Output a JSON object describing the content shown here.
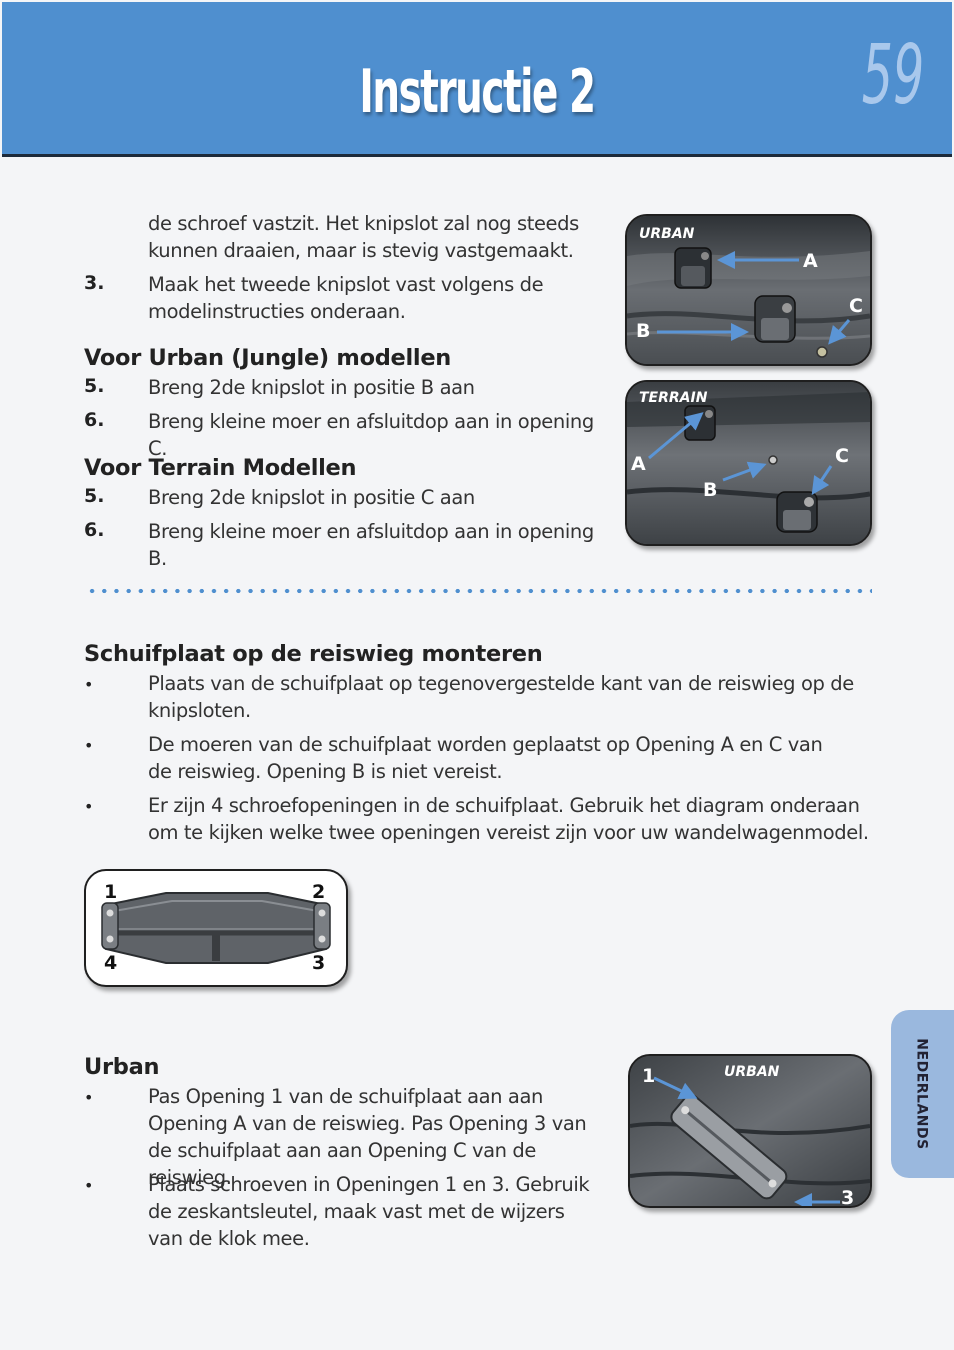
{
  "header": {
    "title": "Instructie 2",
    "page_number": "59"
  },
  "intro": {
    "continuation": "de schroef vastzit. Het knipslot zal nog steeds kunnen draaien, maar is stevig vastgemaakt.",
    "step3_num": "3.",
    "step3_text": "Maak het tweede knipslot vast volgens de modelinstructies onderaan."
  },
  "urban_section": {
    "heading": "Voor Urban (Jungle) modellen",
    "steps": [
      {
        "num": "5.",
        "text": "Breng 2de knipslot in positie B aan"
      },
      {
        "num": "6.",
        "text": "Breng kleine moer en afsluitdop aan in opening C."
      }
    ]
  },
  "terrain_section": {
    "heading": "Voor Terrain Modellen",
    "steps": [
      {
        "num": "5.",
        "text": "Breng 2de knipslot in positie C aan"
      },
      {
        "num": "6.",
        "text": "Breng kleine moer en afsluitdop aan in opening B."
      }
    ]
  },
  "photos": {
    "urban": {
      "label": "URBAN",
      "a": "A",
      "b": "B",
      "c": "C"
    },
    "terrain": {
      "label": "TERRAIN",
      "a": "A",
      "b": "B",
      "c": "C"
    },
    "urban2": {
      "label": "URBAN",
      "one": "1",
      "three": "3"
    }
  },
  "schuifplaat": {
    "heading": "Schuifplaat op de reiswieg monteren",
    "bullet_symbol": "•",
    "bullets": [
      "Plaats van de schuifplaat op tegenovergestelde kant van de reiswieg op de knipsloten.",
      "De moeren van de schuifplaat worden geplaatst op Opening A en C van de reiswieg. Opening B is niet vereist.",
      "Er zijn 4 schroefopeningen in de schuifplaat. Gebruik het diagram onderaan om te kijken welke twee openingen vereist zijn voor uw wandelwagenmodel."
    ],
    "diagram_labels": {
      "tl": "1",
      "tr": "2",
      "bl": "4",
      "br": "3"
    }
  },
  "urban_bottom": {
    "heading": "Urban",
    "bullets": [
      "Pas Opening 1 van de schuifplaat aan aan Opening A van de reiswieg. Pas Opening 3 van de schuifplaat aan aan Opening C van de reiswieg.",
      "Plaats schroeven in Openingen 1 en 3. Gebruik de zeskantsleutel, maak vast met de wijzers van de klok mee."
    ]
  },
  "side_tab": {
    "label": "NEDERLANDS"
  },
  "colors": {
    "header_blue": "#4f8fcf",
    "arrow_blue": "#5b95d6",
    "tab_blue": "#9ab8de"
  }
}
